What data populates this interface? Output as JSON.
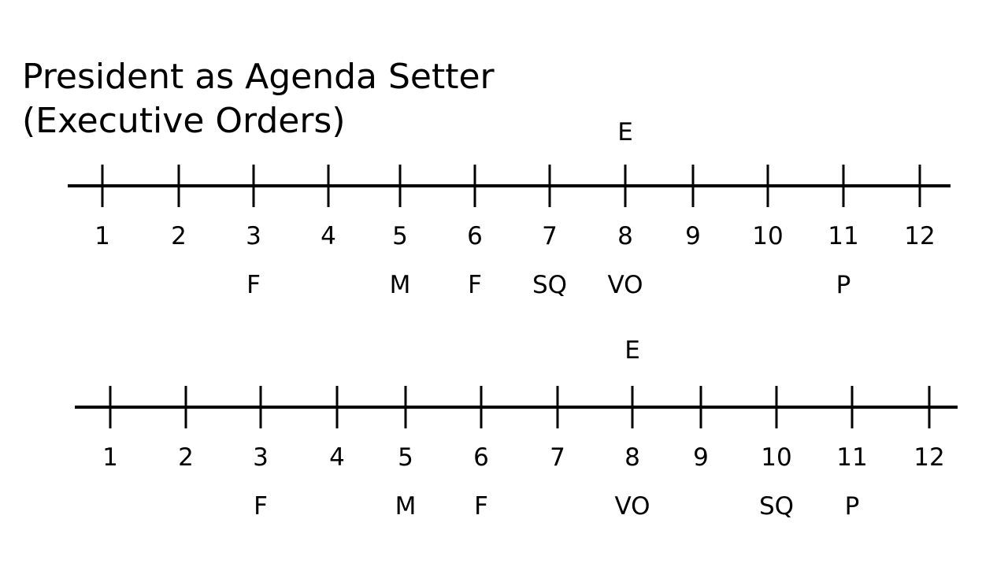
{
  "title": {
    "line1": "President as Agenda Setter",
    "line2": "(Executive Orders)"
  },
  "scales": [
    {
      "id": "scale-top",
      "ticks": [
        "1",
        "2",
        "3",
        "4",
        "5",
        "6",
        "7",
        "8",
        "9",
        "10",
        "11",
        "12"
      ],
      "above": [
        {
          "label": "E",
          "position": 8
        }
      ],
      "below": [
        {
          "label": "F",
          "position": 3
        },
        {
          "label": "M",
          "position": 5
        },
        {
          "label": "F",
          "position": 6
        },
        {
          "label": "SQ",
          "position": 7
        },
        {
          "label": "VO",
          "position": 8
        },
        {
          "label": "P",
          "position": 11
        }
      ]
    },
    {
      "id": "scale-bottom",
      "ticks": [
        "1",
        "2",
        "3",
        "4",
        "5",
        "6",
        "7",
        "8",
        "9",
        "10",
        "11",
        "12"
      ],
      "above": [
        {
          "label": "E",
          "position": 8
        }
      ],
      "below": [
        {
          "label": "F",
          "position": 3
        },
        {
          "label": "M",
          "position": 5
        },
        {
          "label": "F",
          "position": 6
        },
        {
          "label": "VO",
          "position": 8
        },
        {
          "label": "SQ",
          "position": 10
        },
        {
          "label": "P",
          "position": 11
        }
      ]
    }
  ],
  "colors": {
    "ink": "#000000",
    "background": "#ffffff"
  }
}
